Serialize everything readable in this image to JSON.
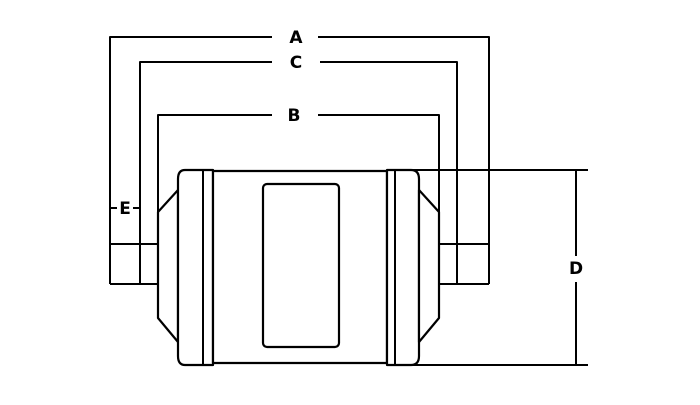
{
  "diagram": {
    "labels": {
      "a": "A",
      "b": "B",
      "c": "C",
      "d": "D",
      "e": "E"
    },
    "colors": {
      "line": "#000000",
      "fill": "#ffffff",
      "background": "#ffffff"
    }
  }
}
